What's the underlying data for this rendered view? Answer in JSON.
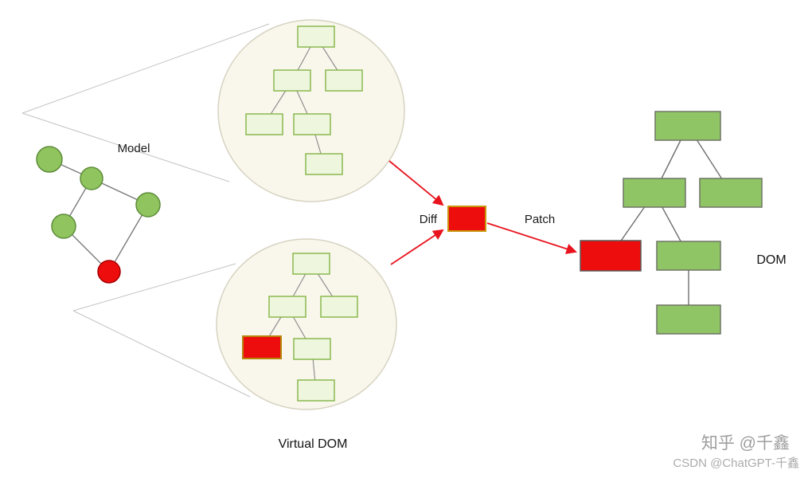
{
  "labels": {
    "model": "Model",
    "virtual_dom": "Virtual DOM",
    "diff": "Diff",
    "patch": "Patch",
    "dom": "DOM"
  },
  "watermark": {
    "line1": "知乎 @千鑫",
    "line2": "CSDN @ChatGPT-千鑫"
  },
  "colors": {
    "virtual_node_fill": "#eef6de",
    "virtual_node_stroke": "#8ab84e",
    "model_node_fill": "#8fc45e",
    "dom_node_fill": "#90c566",
    "changed_node_fill": "#ee0d0d",
    "arrow_red": "#e8131d",
    "projection_circle_fill": "#f9f7ec",
    "background": "#ffffff"
  },
  "diagram_summary": {
    "model_nodes": 5,
    "model_changed_nodes": 1,
    "virtual_dom_trees": 2,
    "nodes_per_virtual_tree": 6,
    "new_tree_changed_nodes": 1,
    "dom_tree_nodes": 6,
    "dom_changed_nodes": 1
  }
}
